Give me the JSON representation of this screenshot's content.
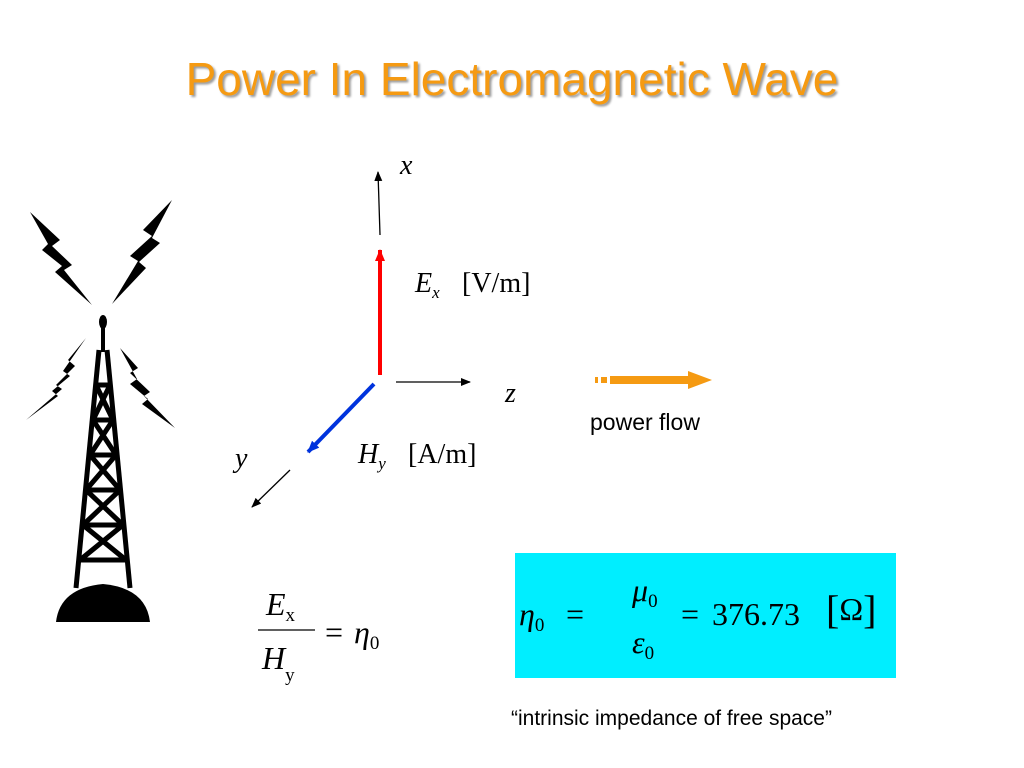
{
  "title": "Power In Electromagnetic Wave",
  "axes": {
    "x": "x",
    "y": "y",
    "z": "z"
  },
  "fields": {
    "e_symbol": "E",
    "e_sub": "x",
    "e_unit": "[V/m]",
    "h_symbol": "H",
    "h_sub": "y",
    "h_unit": "[A/m]"
  },
  "power_flow_label": "power flow",
  "ratio_eq": {
    "num": "E",
    "num_sub": "x",
    "den": "H",
    "den_sub": "y",
    "eq": "=",
    "rhs": "η",
    "rhs_sub": "0"
  },
  "impedance_eq": {
    "lhs": "η",
    "lhs_sub": "0",
    "eq1": "=",
    "num": "μ",
    "num_sub": "0",
    "den": "ε",
    "den_sub": "0",
    "eq2": "=",
    "value": "376.73",
    "unit": "Ω"
  },
  "caption": "“intrinsic impedance of free space”",
  "colors": {
    "title": "#f59a12",
    "e_field": "#ff0000",
    "h_field": "#0033dd",
    "power_arrow": "#f59a12",
    "box": "#00eeff"
  }
}
